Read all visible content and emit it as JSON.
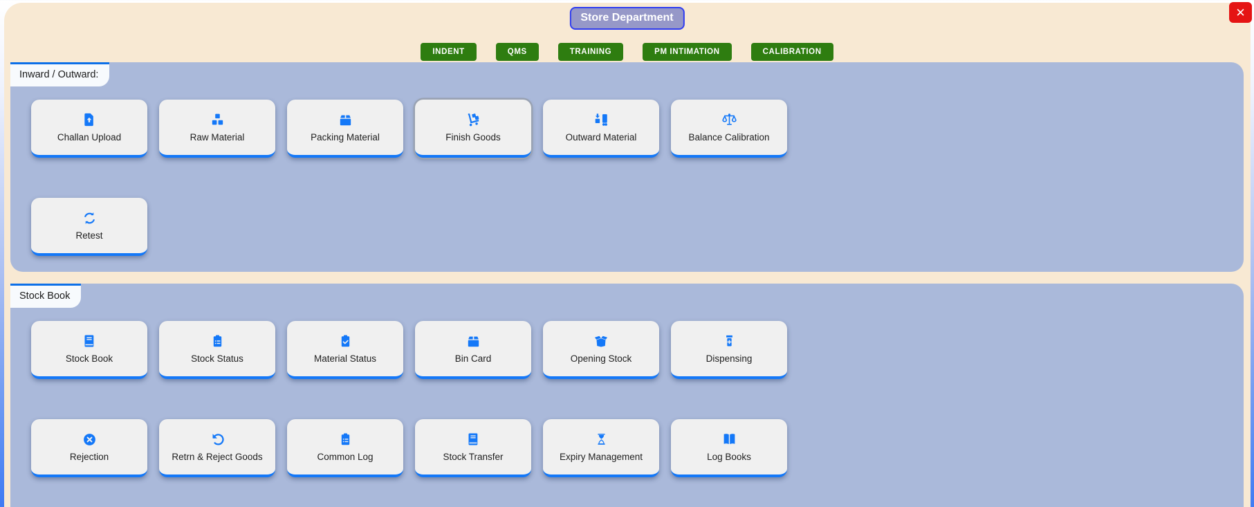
{
  "window": {
    "close_button": "✕"
  },
  "header": {
    "title": "Store Department",
    "nav_buttons": [
      "INDENT",
      "QMS",
      "TRAINING",
      "PM INTIMATION",
      "CALIBRATION"
    ]
  },
  "sections": [
    {
      "tab_label": "Inward / Outward:",
      "cards": [
        {
          "label": "Challan Upload",
          "icon": "file-upload"
        },
        {
          "label": "Raw Material",
          "icon": "cubes"
        },
        {
          "label": "Packing Material",
          "icon": "box"
        },
        {
          "label": "Finish Goods",
          "icon": "dolly",
          "focused": true
        },
        {
          "label": "Outward Material",
          "icon": "truck-loading"
        },
        {
          "label": "Balance Calibration",
          "icon": "balance-scale"
        },
        {
          "label": "Retest",
          "icon": "sync"
        }
      ]
    },
    {
      "tab_label": "Stock Book",
      "cards": [
        {
          "label": "Stock Book",
          "icon": "book"
        },
        {
          "label": "Stock Status",
          "icon": "clipboard-list"
        },
        {
          "label": "Material Status",
          "icon": "clipboard-check"
        },
        {
          "label": "Bin Card",
          "icon": "box"
        },
        {
          "label": "Opening Stock",
          "icon": "box-open"
        },
        {
          "label": "Dispensing",
          "icon": "prescription-bottle"
        },
        {
          "label": "Rejection",
          "icon": "times-circle"
        },
        {
          "label": "Retrn & Reject Goods",
          "icon": "undo"
        },
        {
          "label": "Common Log",
          "icon": "clipboard-list"
        },
        {
          "label": "Stock Transfer",
          "icon": "book"
        },
        {
          "label": "Expiry Management",
          "icon": "hourglass"
        },
        {
          "label": "Log Books",
          "icon": "book-open"
        }
      ]
    }
  ],
  "colors": {
    "accent_blue": "#1478f8",
    "panel_blue": "#aab9da",
    "cream_background": "#f8e9d3",
    "green_button": "#2e7d10",
    "title_background": "#9698c8",
    "title_border": "#2f3cf0",
    "close_red": "#e51414"
  }
}
